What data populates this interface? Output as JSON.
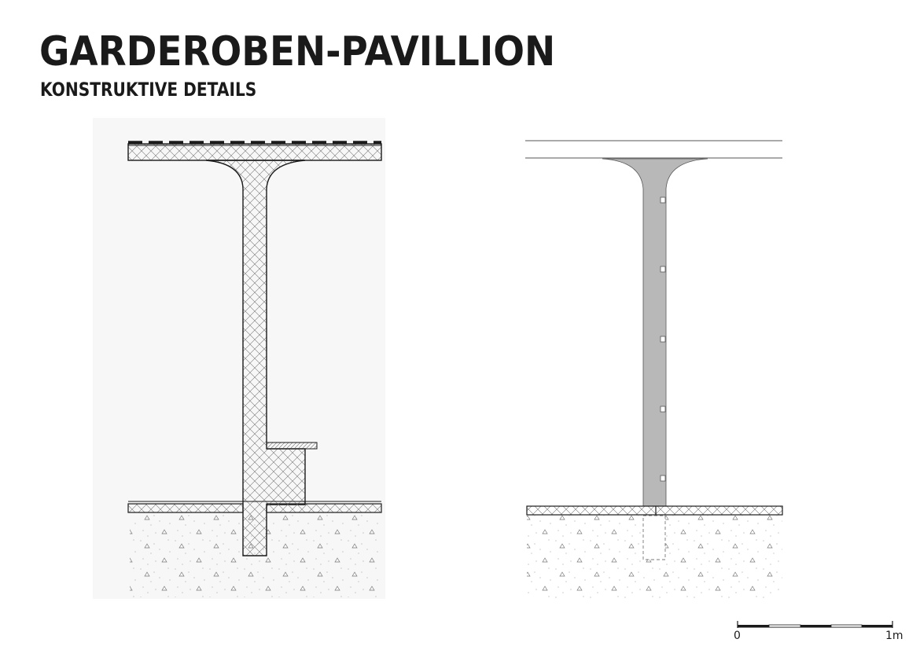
{
  "header": {
    "title": "GARDEROBEN-PAVILLION",
    "subtitle": "KONSTRUKTIVE DETAILS"
  },
  "scale_bar": {
    "start_label": "0",
    "end_label": "1m"
  },
  "colors": {
    "line": "#1a1a1a",
    "concrete_fill": "#b8b8b8",
    "hatch": "#6a6a6a",
    "soil_dots": "#8a8a8a"
  }
}
